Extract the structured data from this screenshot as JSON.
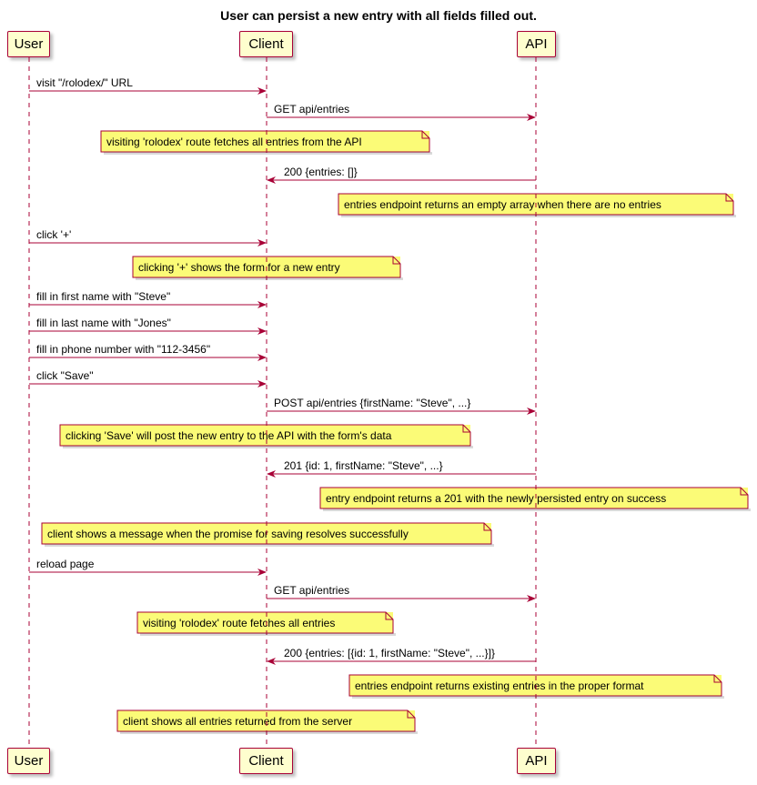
{
  "title": "User can persist a new entry with all fields filled out.",
  "participants": [
    {
      "id": "user",
      "label": "User"
    },
    {
      "id": "client",
      "label": "Client"
    },
    {
      "id": "api",
      "label": "API"
    }
  ],
  "steps": [
    {
      "kind": "message",
      "from": "user",
      "to": "client",
      "label": "visit \"/rolodex/\" URL"
    },
    {
      "kind": "message",
      "from": "client",
      "to": "api",
      "label": "GET api/entries"
    },
    {
      "kind": "note",
      "over": "client",
      "text": "visiting 'rolodex' route fetches all entries from the API"
    },
    {
      "kind": "message",
      "from": "api",
      "to": "client",
      "label": "200 {entries: []}"
    },
    {
      "kind": "note",
      "over": "api",
      "text": "entries endpoint returns an empty array when there are no entries"
    },
    {
      "kind": "message",
      "from": "user",
      "to": "client",
      "label": "click '+'"
    },
    {
      "kind": "note",
      "over": "client",
      "text": "clicking '+' shows the form for a new entry"
    },
    {
      "kind": "message",
      "from": "user",
      "to": "client",
      "label": "fill in first name with \"Steve\""
    },
    {
      "kind": "message",
      "from": "user",
      "to": "client",
      "label": "fill in last name with \"Jones\""
    },
    {
      "kind": "message",
      "from": "user",
      "to": "client",
      "label": "fill in phone number with \"112-3456\""
    },
    {
      "kind": "message",
      "from": "user",
      "to": "client",
      "label": "click \"Save\""
    },
    {
      "kind": "message",
      "from": "client",
      "to": "api",
      "label": "POST api/entries {firstName: \"Steve\", ...}"
    },
    {
      "kind": "note",
      "over": "client",
      "text": "clicking 'Save' will post the new entry to the API with the form's data"
    },
    {
      "kind": "message",
      "from": "api",
      "to": "client",
      "label": "201 {id: 1, firstName: \"Steve\", ...}"
    },
    {
      "kind": "note",
      "over": "api",
      "text": "entry endpoint returns a 201 with the newly persisted entry on success"
    },
    {
      "kind": "note",
      "over": "client",
      "text": "client shows a message when the promise for saving resolves successfully"
    },
    {
      "kind": "message",
      "from": "user",
      "to": "client",
      "label": "reload page"
    },
    {
      "kind": "message",
      "from": "client",
      "to": "api",
      "label": "GET api/entries"
    },
    {
      "kind": "note",
      "over": "client",
      "text": "visiting 'rolodex' route fetches all entries"
    },
    {
      "kind": "message",
      "from": "api",
      "to": "client",
      "label": "200 {entries: [{id: 1, firstName: \"Steve\", ...}]}"
    },
    {
      "kind": "note",
      "over": "api",
      "text": "entries endpoint returns existing entries in the proper format"
    },
    {
      "kind": "note",
      "over": "client",
      "text": "client shows all entries returned from the server"
    }
  ],
  "colors": {
    "participant_fill": "#FEFECE",
    "border": "#A80036",
    "note_fill": "#FBFB77",
    "note_border": "#A80036"
  }
}
